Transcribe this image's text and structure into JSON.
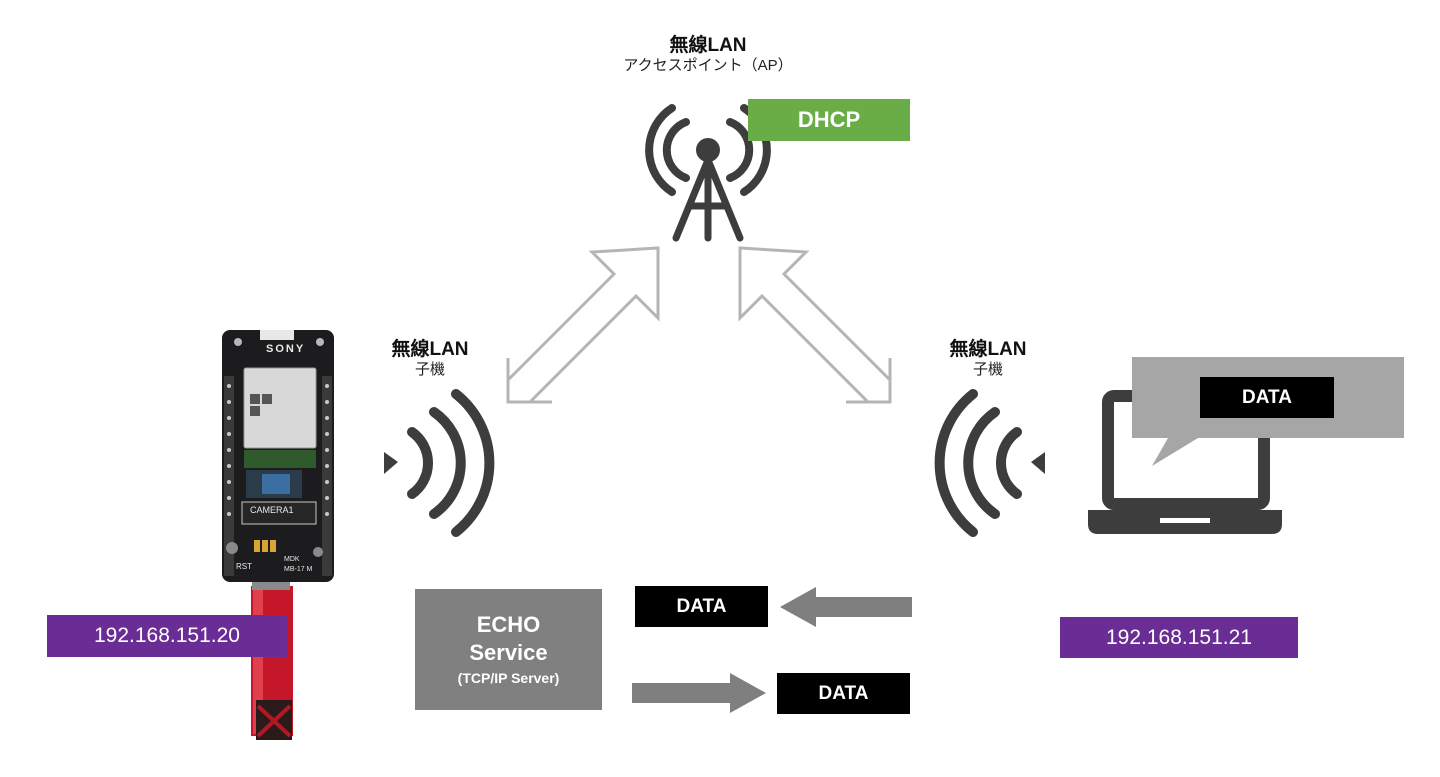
{
  "access_point": {
    "title": "無線LAN",
    "subtitle": "アクセスポイント（AP）",
    "dhcp_label": "DHCP",
    "dhcp_color": "#6aac45"
  },
  "left_client": {
    "title": "無線LAN",
    "subtitle": "子機",
    "ip": "192.168.151.20",
    "device_icon": "spresense-board-with-camera",
    "board_texts": {
      "brand": "SONY",
      "camera": "CAMERA1",
      "rst": "RST",
      "mdk": "MDK",
      "model": "MB-17 M"
    }
  },
  "right_client": {
    "title": "無線LAN",
    "subtitle": "子機",
    "ip": "192.168.151.21",
    "device_icon": "laptop-icon",
    "bubble_data": "DATA"
  },
  "echo_service": {
    "line1": "ECHO",
    "line2": "Service",
    "line3": "(TCP/IP Server)"
  },
  "flow": {
    "incoming_data": "DATA",
    "outgoing_data": "DATA"
  },
  "colors": {
    "ip_purple": "#6a2d96",
    "echo_gray": "#808080",
    "arrow_gray": "#7f7f7f",
    "outline_arrow_gray": "#b5b5b5",
    "icon_dark": "#3d3d3d"
  }
}
